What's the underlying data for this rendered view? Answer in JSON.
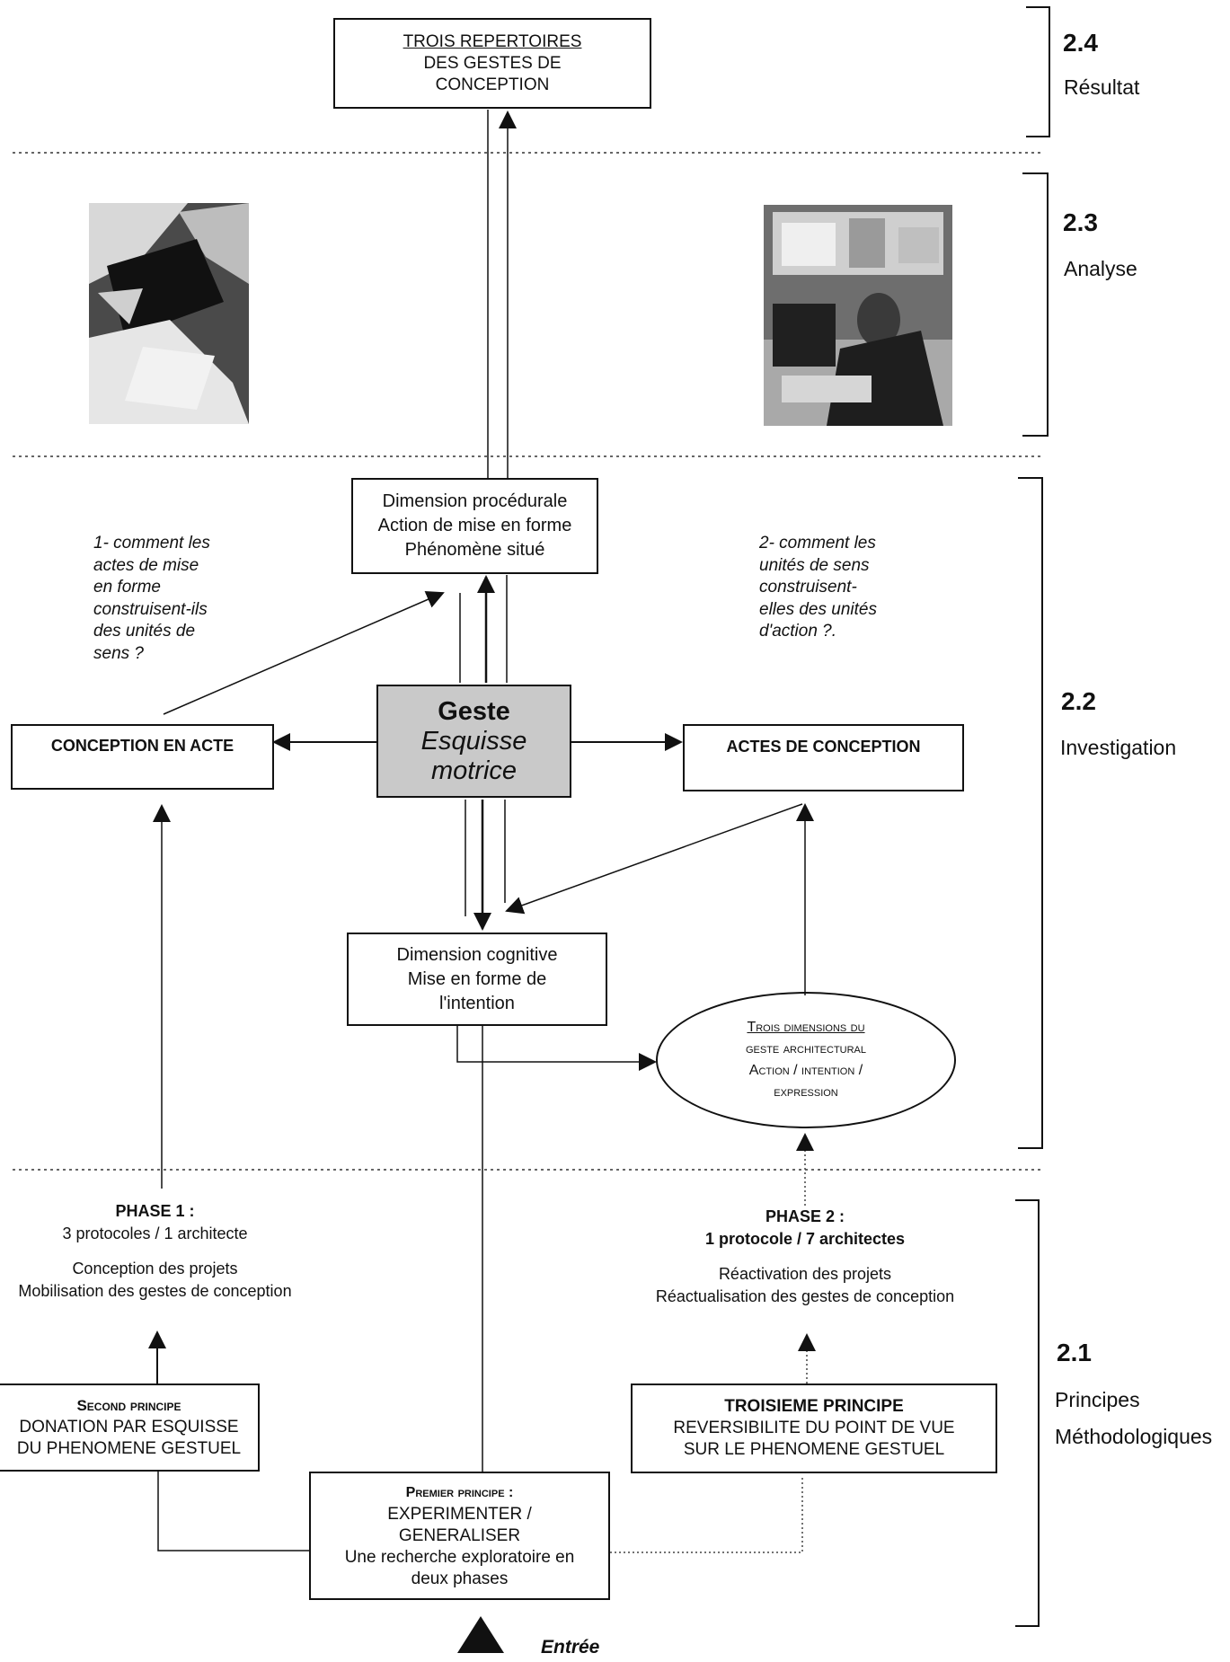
{
  "sections": [
    {
      "num": "2.4",
      "label": "Résultat"
    },
    {
      "num": "2.3",
      "label": "Analyse"
    },
    {
      "num": "2.2",
      "label": "Investigation"
    },
    {
      "num": "2.1",
      "label_lines": [
        "Principes",
        "Méthodologiques"
      ]
    }
  ],
  "result_box": {
    "lines": [
      "TROIS REPERTOIRES",
      "DES GESTES DE",
      "CONCEPTION"
    ]
  },
  "procedural_box": {
    "lines": [
      "Dimension procédurale",
      "Action de mise en forme",
      "Phénomène situé"
    ]
  },
  "question_left": {
    "lines": [
      "1- comment les",
      "actes de mise",
      "en forme",
      "construisent-ils",
      "des unités de",
      "sens ?"
    ]
  },
  "question_right": {
    "lines": [
      "2- comment les",
      "unités de sens",
      "construisent-",
      "elles des unités",
      "d'action ?."
    ]
  },
  "center_box": {
    "title": "Geste",
    "subtitle_lines": [
      "Esquisse",
      "motrice"
    ]
  },
  "left_box": {
    "label": "CONCEPTION EN ACTE"
  },
  "right_box": {
    "label": "ACTES DE CONCEPTION"
  },
  "cognitive_box": {
    "lines": [
      "Dimension cognitive",
      "Mise en forme de",
      "l'intention"
    ]
  },
  "ellipse": {
    "lines": [
      "Trois dimensions du",
      "geste architectural",
      "Action / intention /",
      "expression"
    ]
  },
  "phase1": {
    "title": "PHASE 1 :",
    "subtitle": "3 protocoles / 1 architecte",
    "desc_lines": [
      "Conception des projets",
      "Mobilisation  des gestes de conception"
    ]
  },
  "phase2": {
    "title": "PHASE 2 :",
    "subtitle": "1 protocole / 7 architectes",
    "desc_lines": [
      "Réactivation des projets",
      "Réactualisation  des gestes de conception"
    ]
  },
  "second_principle": {
    "title": "Second principe",
    "lines": [
      "DONATION PAR ESQUISSE",
      "DU PHENOMENE GESTUEL"
    ]
  },
  "third_principle": {
    "title": "TROISIEME PRINCIPE",
    "lines": [
      "REVERSIBILITE DU POINT DE VUE",
      "SUR LE PHENOMENE GESTUEL"
    ]
  },
  "first_principle": {
    "title": "Premier principe :",
    "lines": [
      "EXPERIMENTER /",
      "GENERALISER",
      "Une recherche exploratoire en",
      "deux phases"
    ]
  },
  "entry": {
    "label": "Entrée"
  },
  "colors": {
    "ink": "#111111",
    "center_fill": "#c8c8c8",
    "photo_dark": "#2a2a2a"
  }
}
